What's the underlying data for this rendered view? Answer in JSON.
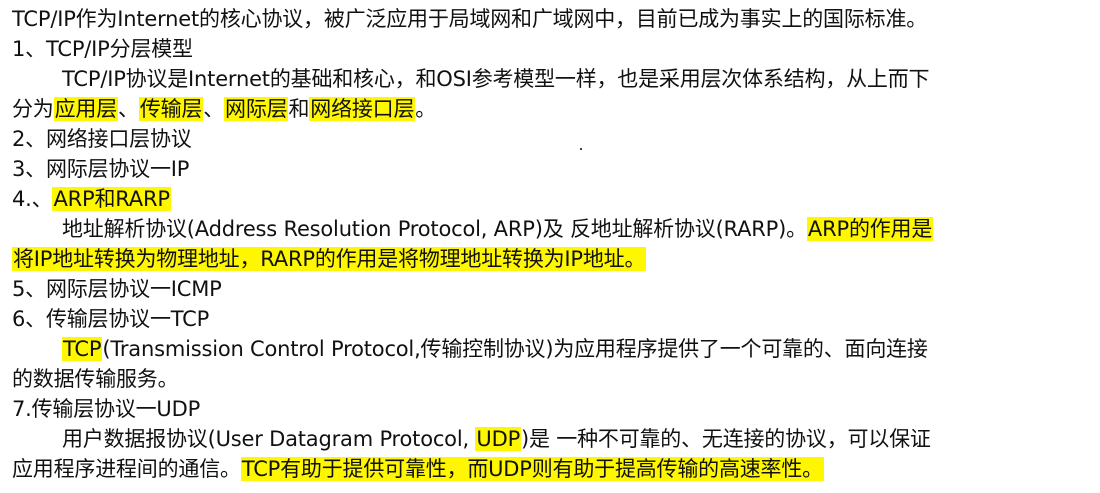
{
  "doc": {
    "intro": "TCP/IP作为Internet的核心协议，被广泛应用于局域网和广域网中，目前已成为事实上的国际标准。",
    "s1": {
      "heading": "1、TCP/IP分层模型",
      "p1": "TCP/IP协议是Internet的基础和核心，和OSI参考模型一样，也是采用层次体系结构，从上而下",
      "p2_pre": "分为",
      "hl_app": "应用层",
      "sep1": "、",
      "hl_transport": "传输层",
      "sep2": "、",
      "hl_internet": "网际层",
      "and": "和",
      "hl_netif": "网络接口层",
      "end": "。"
    },
    "s2": {
      "heading": "2、网络接口层协议"
    },
    "s3": {
      "heading": "3、网际层协议一IP"
    },
    "s4": {
      "num": "4.、",
      "hl_title": "ARP和RARP",
      "p1_pre": "地址解析协议(Address Resolution Protocol, ARP)及 反地址解析协议(RARP)。",
      "p1_hl": "ARP的作用是",
      "p2_hl": "将IP地址转换为物理地址，RARP的作用是将物理地址转换为IP地址。"
    },
    "s5": {
      "heading": "5、网际层协议一ICMP"
    },
    "s6": {
      "heading": "6、传输层协议一TCP",
      "hl_tcp": "TCP",
      "p1_rest": "(Transmission Control Protocol,传输控制协议)为应用程序提供了一个可靠的、面向连接",
      "p2": "的数据传输服务。"
    },
    "s7": {
      "heading": "7.传输层协议一UDP",
      "p1_pre": "用户数据报协议(User Datagram Protocol, ",
      "hl_udp": "UDP",
      "p1_post": ")是 一种不可靠的、无连接的协议，可以保证",
      "p2_pre": "应用程序进程间的通信。",
      "p2_hl": "TCP有助于提供可靠性，而UDP则有助于提高传输的高速率性。"
    },
    "colors": {
      "highlight": "#fff700",
      "text": "#111111",
      "background": "#ffffff"
    }
  }
}
